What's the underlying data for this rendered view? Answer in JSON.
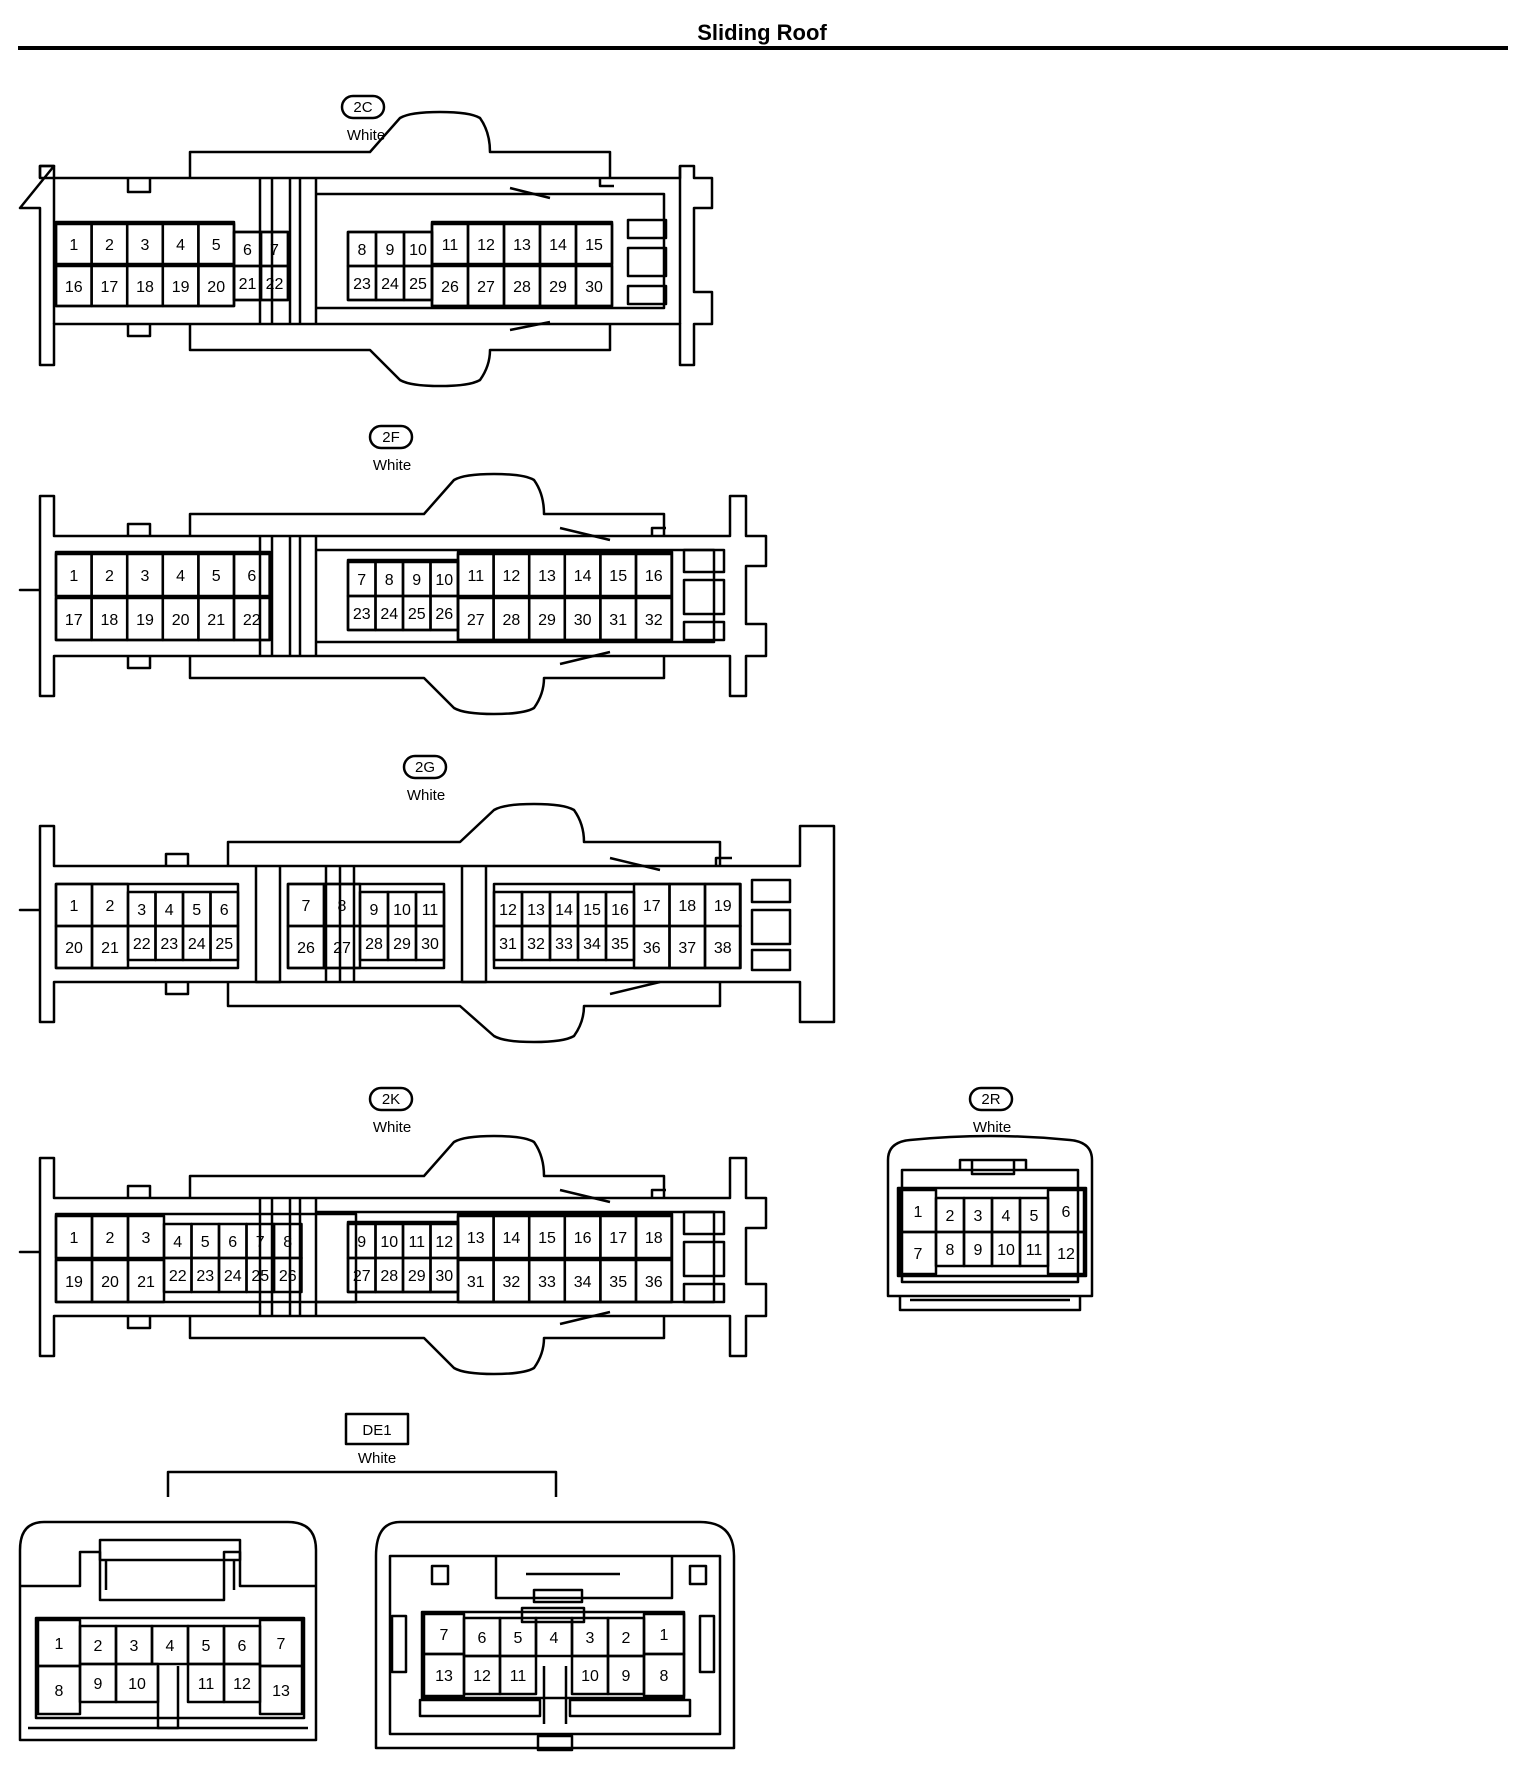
{
  "title": "Sliding Roof",
  "colors": {
    "line": "#000000",
    "background": "#ffffff"
  },
  "connectors": [
    {
      "id": "2C",
      "color": "White",
      "label_style": "pill",
      "pins": [
        [
          "1",
          "2",
          "3",
          "4",
          "5",
          "6",
          "7",
          "8",
          "9",
          "10",
          "11",
          "12",
          "13",
          "14",
          "15"
        ],
        [
          "16",
          "17",
          "18",
          "19",
          "20",
          "21",
          "22",
          "23",
          "24",
          "25",
          "26",
          "27",
          "28",
          "29",
          "30"
        ]
      ]
    },
    {
      "id": "2F",
      "color": "White",
      "label_style": "pill",
      "pins": [
        [
          "1",
          "2",
          "3",
          "4",
          "5",
          "6",
          "7",
          "8",
          "9",
          "10",
          "11",
          "12",
          "13",
          "14",
          "15",
          "16"
        ],
        [
          "17",
          "18",
          "19",
          "20",
          "21",
          "22",
          "23",
          "24",
          "25",
          "26",
          "27",
          "28",
          "29",
          "30",
          "31",
          "32"
        ]
      ]
    },
    {
      "id": "2G",
      "color": "White",
      "label_style": "pill",
      "pins": [
        [
          "1",
          "2",
          "3",
          "4",
          "5",
          "6",
          "7",
          "8",
          "9",
          "10",
          "11",
          "12",
          "13",
          "14",
          "15",
          "16",
          "17",
          "18",
          "19"
        ],
        [
          "20",
          "21",
          "22",
          "23",
          "24",
          "25",
          "26",
          "27",
          "28",
          "29",
          "30",
          "31",
          "32",
          "33",
          "34",
          "35",
          "36",
          "37",
          "38"
        ]
      ]
    },
    {
      "id": "2K",
      "color": "White",
      "label_style": "pill",
      "pins": [
        [
          "1",
          "2",
          "3",
          "4",
          "5",
          "6",
          "7",
          "8",
          "9",
          "10",
          "11",
          "12",
          "13",
          "14",
          "15",
          "16",
          "17",
          "18"
        ],
        [
          "19",
          "20",
          "21",
          "22",
          "23",
          "24",
          "25",
          "26",
          "27",
          "28",
          "29",
          "30",
          "31",
          "32",
          "33",
          "34",
          "35",
          "36"
        ]
      ]
    },
    {
      "id": "2R",
      "color": "White",
      "label_style": "pill",
      "pins": [
        [
          "1",
          "2",
          "3",
          "4",
          "5",
          "6"
        ],
        [
          "7",
          "8",
          "9",
          "10",
          "11",
          "12"
        ]
      ]
    },
    {
      "id": "DE1",
      "color": "White",
      "label_style": "box",
      "pins_left": [
        [
          "1",
          "2",
          "3",
          "4",
          "5",
          "6",
          "7"
        ],
        [
          "8",
          "9",
          "10",
          "11",
          "12",
          "13"
        ]
      ],
      "pins_right": [
        [
          "7",
          "6",
          "5",
          "4",
          "3",
          "2",
          "1"
        ],
        [
          "13",
          "12",
          "11",
          "10",
          "9",
          "8"
        ]
      ]
    }
  ]
}
